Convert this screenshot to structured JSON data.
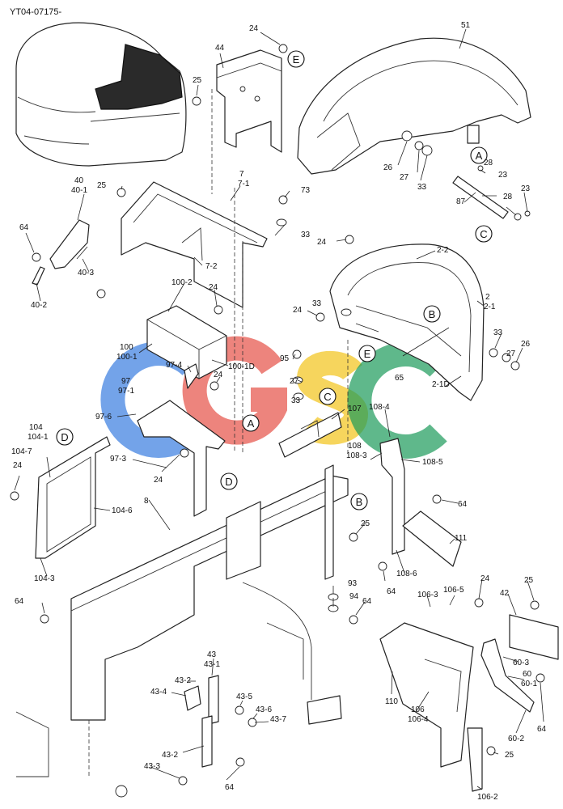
{
  "header": {
    "code": "YT04-07175-"
  },
  "watermark": {
    "letters": [
      "C",
      "G",
      "S",
      "C"
    ],
    "colors": [
      "#3d7fe0",
      "#e5493f",
      "#f2c318",
      "#1b9a5a"
    ]
  },
  "callouts": [
    "24",
    "51",
    "44",
    "25",
    "7",
    "7-1",
    "40",
    "40-1",
    "25",
    "73",
    "64",
    "33",
    "40-3",
    "7-2",
    "24",
    "40-2",
    "2-2",
    "100-2",
    "24",
    "24",
    "2",
    "2-1",
    "33",
    "100",
    "100-1",
    "100-1D",
    "95",
    "33",
    "27",
    "26",
    "97-4",
    "24",
    "27",
    "65",
    "2-1D",
    "97",
    "97-1",
    "33",
    "107",
    "108-4",
    "97-6",
    "104",
    "104-1",
    "108",
    "108-3",
    "108-5",
    "104-7",
    "97-3",
    "24",
    "24",
    "104-6",
    "8",
    "64",
    "25",
    "111",
    "104-3",
    "64",
    "108-6",
    "93",
    "24",
    "64",
    "25",
    "94",
    "64",
    "106-3",
    "106-5",
    "42",
    "43",
    "43-1",
    "60-3",
    "43-2",
    "60",
    "60-1",
    "43-4",
    "43-5",
    "43-6",
    "110",
    "43-7",
    "64",
    "106",
    "106-4",
    "60-2",
    "43-2",
    "25",
    "43-3",
    "64",
    "106-2",
    "26",
    "27",
    "33",
    "28",
    "23",
    "87",
    "28",
    "23"
  ],
  "references": [
    "E",
    "A",
    "C",
    "B",
    "E",
    "A",
    "C",
    "D",
    "D",
    "B"
  ]
}
